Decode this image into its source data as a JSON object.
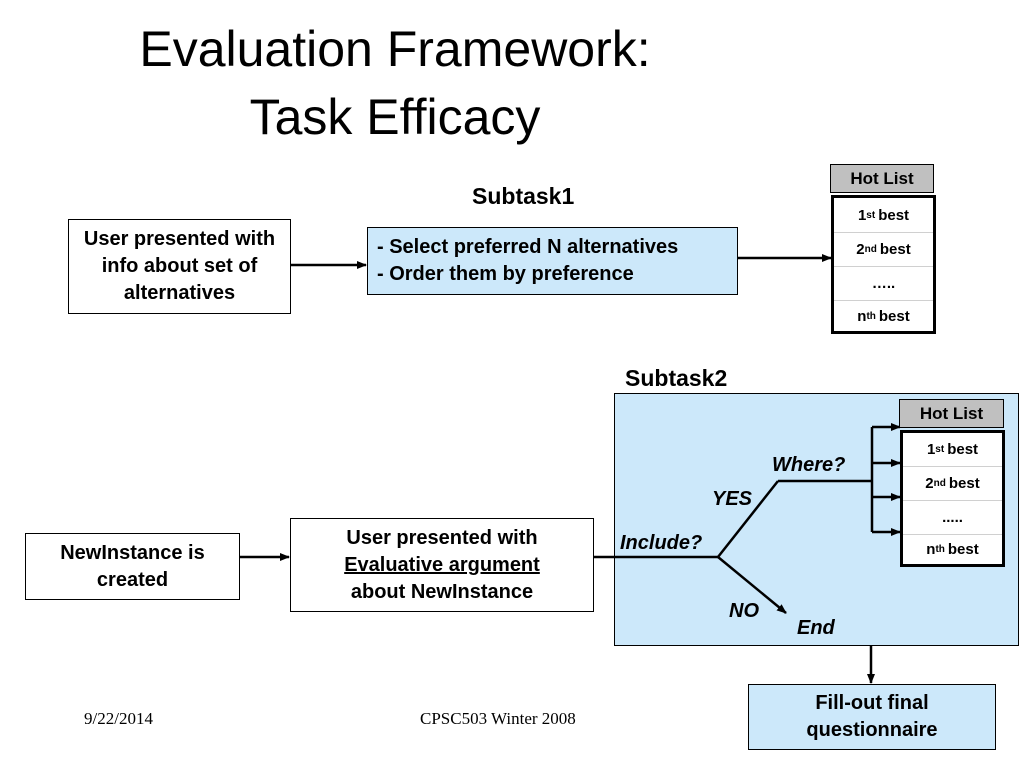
{
  "slide": {
    "title_line1": "Evaluation Framework:",
    "title_line2": "Task Efficacy",
    "subtask1": {
      "heading": "Subtask1",
      "user_box": "User presented with info about set of alternatives",
      "action_line1": "- Select preferred N alternatives",
      "action_line2": "- Order them by preference",
      "hot_list": {
        "header": "Hot List",
        "rows": [
          {
            "num": "1",
            "sup": "st",
            "text": "best"
          },
          {
            "num": "2",
            "sup": "nd",
            "text": "best"
          },
          {
            "num": "…..",
            "sup": "",
            "text": ""
          },
          {
            "num": "n",
            "sup": "th",
            "text": "best"
          }
        ]
      }
    },
    "subtask2": {
      "heading": "Subtask2",
      "new_instance_box": "NewInstance is created",
      "user_box_line1": "User presented with",
      "user_box_line2": "Evaluative argument",
      "user_box_line3": "about NewInstance",
      "include_label": "Include?",
      "yes_label": "YES",
      "no_label": "NO",
      "where_label": "Where?",
      "end_label": "End",
      "hot_list": {
        "header": "Hot List",
        "rows": [
          {
            "num": "1",
            "sup": "st",
            "text": "best"
          },
          {
            "num": "2",
            "sup": "nd",
            "text": "best"
          },
          {
            "num": ".....",
            "sup": "",
            "text": ""
          },
          {
            "num": "n",
            "sup": "th",
            "text": "best"
          }
        ]
      },
      "final_box": "Fill-out final questionnaire"
    },
    "footer": {
      "date": "9/22/2014",
      "course": "CPSC503 Winter 2008"
    },
    "colors": {
      "box_blue": "#cce8fa",
      "hotlist_header": "#c0c0c0"
    }
  }
}
